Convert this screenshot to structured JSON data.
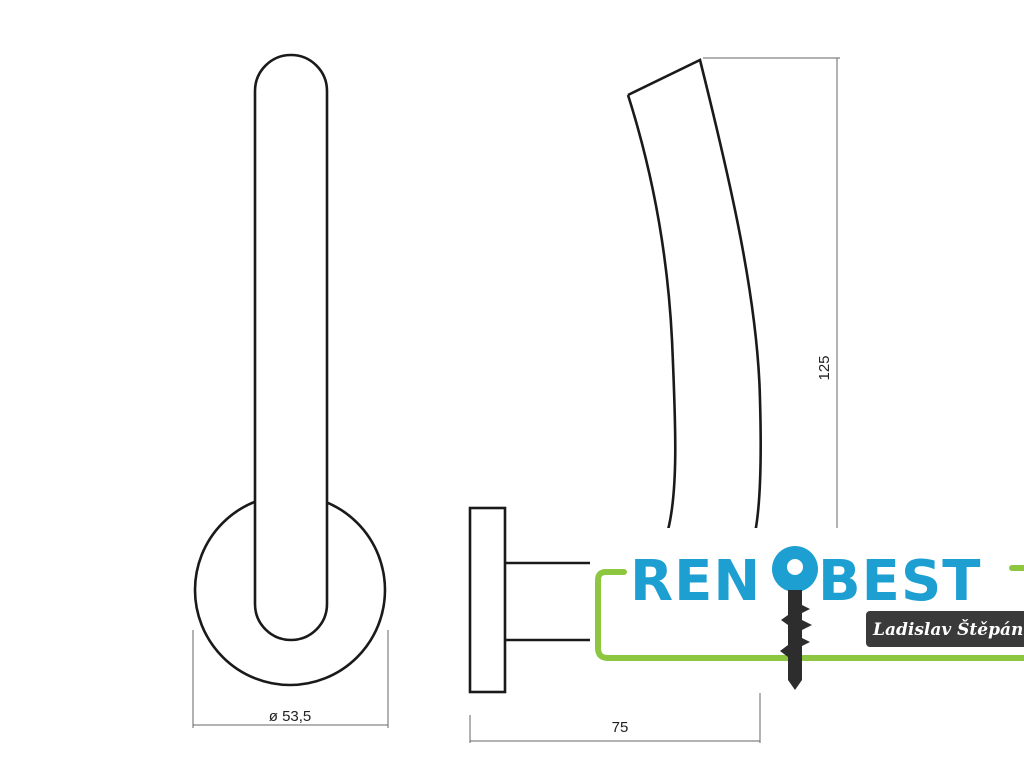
{
  "dimensions": {
    "rose_diameter": "ø 53,5",
    "projection": "75",
    "height": "125"
  },
  "logo": {
    "brand_left": "REN",
    "brand_right": "BEST",
    "owner": "Ladislav Štěpán",
    "brand_color": "#1e9fd2",
    "accent_color": "#8dc63f",
    "owner_bg": "#3a3a3a"
  }
}
